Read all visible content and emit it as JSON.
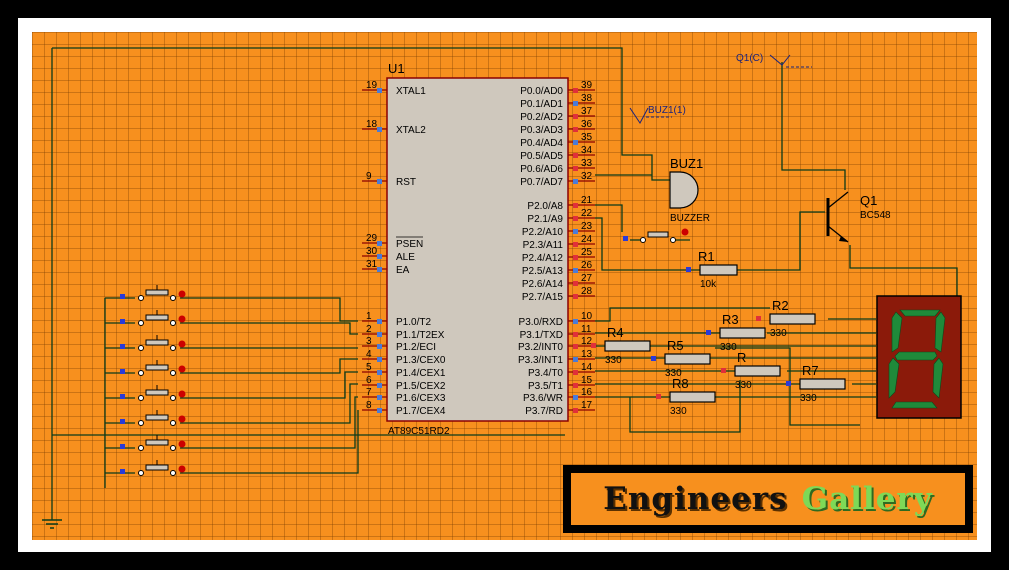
{
  "chip": {
    "ref": "U1",
    "part": "AT89C51RD2",
    "left_pins": [
      {
        "num": "19",
        "name": "XTAL1"
      },
      {
        "num": "18",
        "name": "XTAL2"
      },
      {
        "num": "9",
        "name": "RST"
      },
      {
        "num": "29",
        "name": "PSEN"
      },
      {
        "num": "30",
        "name": "ALE"
      },
      {
        "num": "31",
        "name": "EA"
      },
      {
        "num": "1",
        "name": "P1.0/T2"
      },
      {
        "num": "2",
        "name": "P1.1/T2EX"
      },
      {
        "num": "3",
        "name": "P1.2/ECI"
      },
      {
        "num": "4",
        "name": "P1.3/CEX0"
      },
      {
        "num": "5",
        "name": "P1.4/CEX1"
      },
      {
        "num": "6",
        "name": "P1.5/CEX2"
      },
      {
        "num": "7",
        "name": "P1.6/CEX3"
      },
      {
        "num": "8",
        "name": "P1.7/CEX4"
      }
    ],
    "right_pins": [
      {
        "num": "39",
        "name": "P0.0/AD0"
      },
      {
        "num": "38",
        "name": "P0.1/AD1"
      },
      {
        "num": "37",
        "name": "P0.2/AD2"
      },
      {
        "num": "36",
        "name": "P0.3/AD3"
      },
      {
        "num": "35",
        "name": "P0.4/AD4"
      },
      {
        "num": "34",
        "name": "P0.5/AD5"
      },
      {
        "num": "33",
        "name": "P0.6/AD6"
      },
      {
        "num": "32",
        "name": "P0.7/AD7"
      },
      {
        "num": "21",
        "name": "P2.0/A8"
      },
      {
        "num": "22",
        "name": "P2.1/A9"
      },
      {
        "num": "23",
        "name": "P2.2/A10"
      },
      {
        "num": "24",
        "name": "P2.3/A11"
      },
      {
        "num": "25",
        "name": "P2.4/A12"
      },
      {
        "num": "26",
        "name": "P2.5/A13"
      },
      {
        "num": "27",
        "name": "P2.6/A14"
      },
      {
        "num": "28",
        "name": "P2.7/A15"
      },
      {
        "num": "10",
        "name": "P3.0/RXD"
      },
      {
        "num": "11",
        "name": "P3.1/TXD"
      },
      {
        "num": "12",
        "name": "P3.2/INT0"
      },
      {
        "num": "13",
        "name": "P3.3/INT1"
      },
      {
        "num": "14",
        "name": "P3.4/T0"
      },
      {
        "num": "15",
        "name": "P3.5/T1"
      },
      {
        "num": "16",
        "name": "P3.6/WR"
      },
      {
        "num": "17",
        "name": "P3.7/RD"
      }
    ]
  },
  "buzzer": {
    "ref": "BUZ1",
    "type": "BUZZER",
    "probe": "BUZ1(1)"
  },
  "transistor": {
    "ref": "Q1",
    "part": "BC548",
    "probe": "Q1(C)"
  },
  "resistors": [
    {
      "ref": "R1",
      "value": "10k"
    },
    {
      "ref": "R2",
      "value": "330"
    },
    {
      "ref": "R3",
      "value": "330"
    },
    {
      "ref": "R4",
      "value": "330"
    },
    {
      "ref": "R5",
      "value": "330"
    },
    {
      "ref": "R",
      "value": "330"
    },
    {
      "ref": "R7",
      "value": "330"
    },
    {
      "ref": "R8",
      "value": "330"
    }
  ],
  "display": {
    "digit": "8",
    "segment_color": "#1f8a3a",
    "body_color": "#8b1a0a"
  },
  "branding": {
    "word1": "Engineers",
    "word2": "Gallery"
  },
  "colors": {
    "board": "#f7901e",
    "wire": "#0a3b1a",
    "chip_body": "#cfc8bd",
    "pin": "#8b0000"
  }
}
